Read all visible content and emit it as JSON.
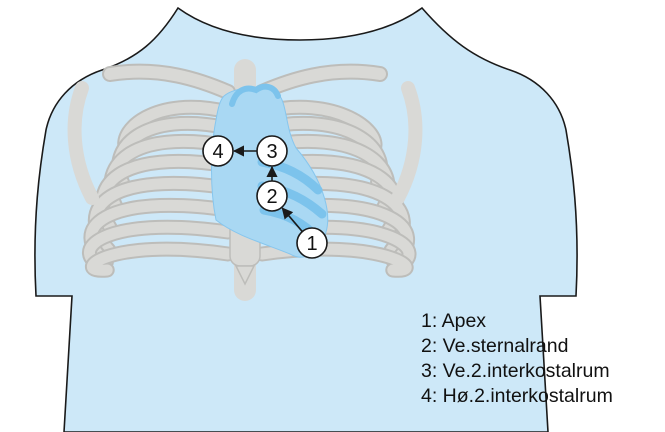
{
  "colors": {
    "torso_fill": "#cde8f8",
    "outline": "#1a1a1a",
    "bone_fill": "#d9d9d6",
    "bone_stroke": "#bdbdba",
    "heart_fill": "#a9d8f3",
    "heart_dark": "#7cc3ec",
    "marker_fill": "#ffffff"
  },
  "markers": [
    {
      "number": "1"
    },
    {
      "number": "2"
    },
    {
      "number": "3"
    },
    {
      "number": "4"
    }
  ],
  "legend": [
    {
      "text": "1: Apex"
    },
    {
      "text": "2: Ve.sternalrand"
    },
    {
      "text": "3: Ve.2.interkostalrum"
    },
    {
      "text": "4: Hø.2.interkostalrum"
    }
  ]
}
